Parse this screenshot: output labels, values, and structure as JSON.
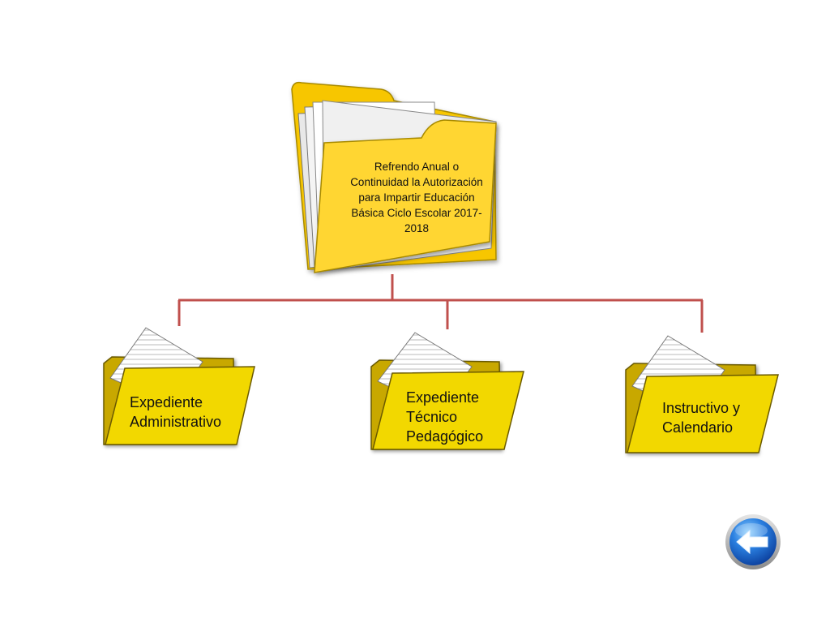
{
  "diagram": {
    "root": {
      "label": "Refrendo Anual o Continuidad la Autorización para Impartir Educación Básica Ciclo Escolar 2017-2018",
      "lines": [
        "Refrendo Anual o",
        "Continuidad la Autorización",
        "para Impartir Educación",
        "Básica Ciclo Escolar 2017-",
        "2018"
      ]
    },
    "children": [
      {
        "lines": [
          "Expediente",
          "Administrativo"
        ]
      },
      {
        "lines": [
          "Expediente",
          "Técnico",
          "Pedagógico"
        ]
      },
      {
        "lines": [
          "Instructivo y",
          "Calendario"
        ]
      }
    ]
  },
  "colors": {
    "connector": "#c0504d",
    "folder_yellow": "#f2d800",
    "folder_back": "#c8a800",
    "root_yellow": "#ffd633",
    "button_blue": "#1f6fd6"
  },
  "icons": {
    "back": "arrow-left-icon"
  }
}
